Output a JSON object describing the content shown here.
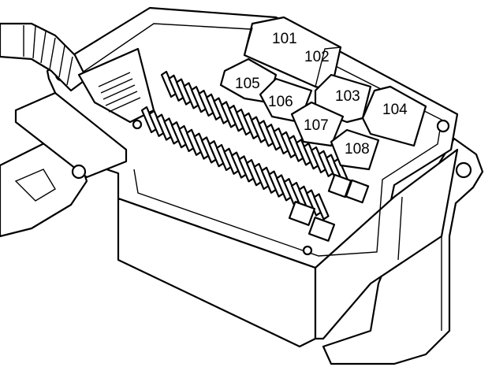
{
  "diagram": {
    "fuses_relays": [
      {
        "id": "relay-101",
        "label": "101"
      },
      {
        "id": "relay-102",
        "label": "102"
      },
      {
        "id": "relay-103",
        "label": "103"
      },
      {
        "id": "relay-104",
        "label": "104"
      },
      {
        "id": "relay-105",
        "label": "105"
      },
      {
        "id": "relay-106",
        "label": "106"
      },
      {
        "id": "relay-107",
        "label": "107"
      },
      {
        "id": "relay-108",
        "label": "108"
      }
    ]
  }
}
